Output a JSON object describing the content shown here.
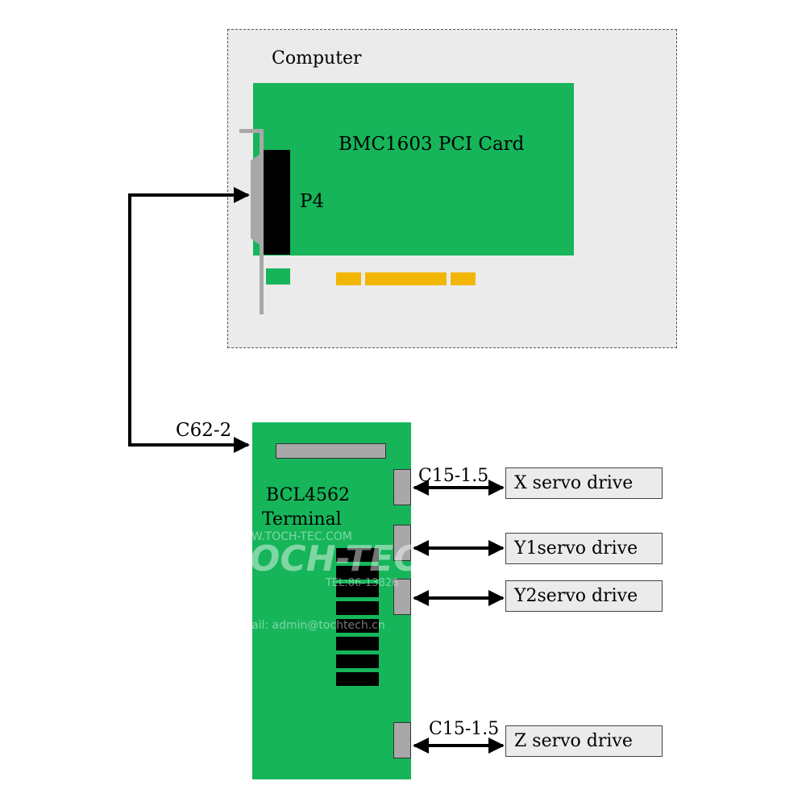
{
  "computer": {
    "label": "Computer"
  },
  "pci_card": {
    "label": "BMC1603 PCI Card",
    "connector_label": "P4"
  },
  "cable_main": {
    "label": "C62-2"
  },
  "terminal": {
    "line1": "BCL4562",
    "line2": "Terminal"
  },
  "cables": {
    "x_label": "C15-1.5",
    "z_label": "C15-1.5"
  },
  "drives": [
    {
      "label": "X servo drive"
    },
    {
      "label": "Y1servo drive"
    },
    {
      "label": "Y2servo drive"
    },
    {
      "label": "Z servo drive"
    }
  ],
  "watermark": {
    "url": "W.TOCH-TEC.COM",
    "brand": "OCH-TEC",
    "tel": "TEL:86-13826",
    "mail": "ail: admin@tochtech.cn"
  },
  "colors": {
    "board_green": "#16b55a",
    "gold_finger": "#f2b705",
    "panel_gray": "#ebebeb",
    "connector_gray": "#a8a8a8"
  }
}
